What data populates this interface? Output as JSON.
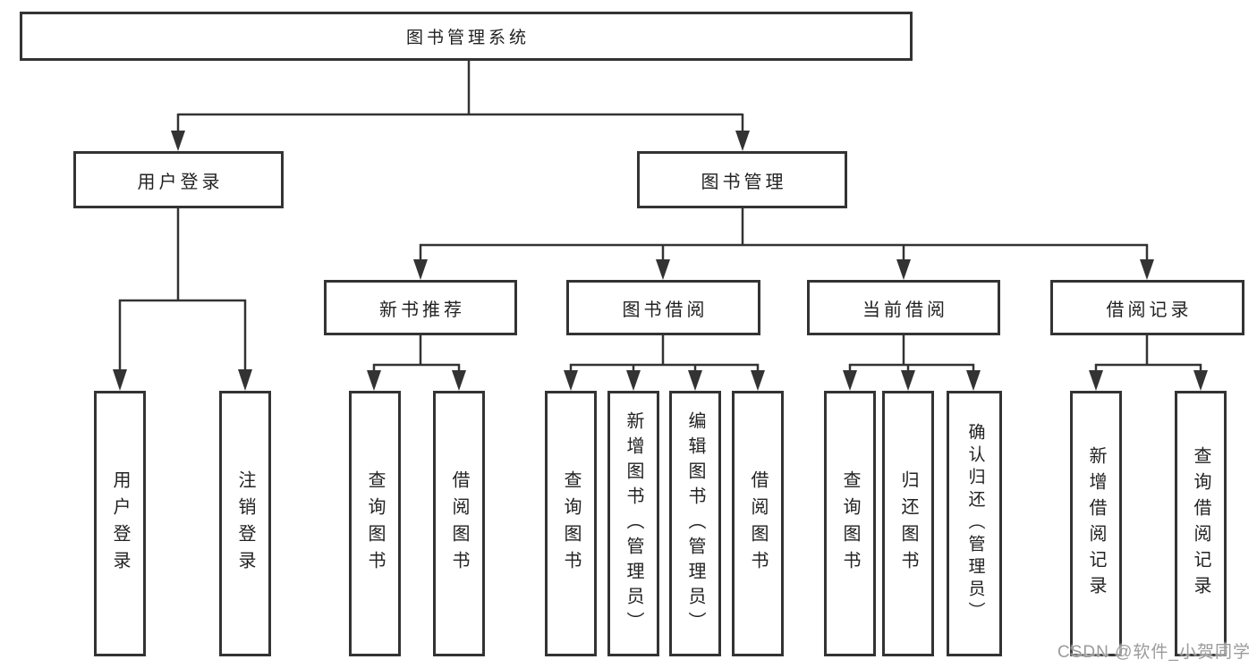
{
  "diagram": {
    "type": "hierarchy",
    "root": {
      "label": "图书管理系统"
    },
    "branches": [
      {
        "label": "用户登录",
        "children": [
          {
            "label": "用户登录"
          },
          {
            "label": "注销登录"
          }
        ]
      },
      {
        "label": "图书管理",
        "children": [
          {
            "label": "新书推荐",
            "children": [
              {
                "label": "查询图书"
              },
              {
                "label": "借阅图书"
              }
            ]
          },
          {
            "label": "图书借阅",
            "children": [
              {
                "label": "查询图书"
              },
              {
                "label": "新增图书（管理员）"
              },
              {
                "label": "编辑图书（管理员）"
              },
              {
                "label": "借阅图书"
              }
            ]
          },
          {
            "label": "当前借阅",
            "children": [
              {
                "label": "查询图书"
              },
              {
                "label": "归还图书"
              },
              {
                "label": "确认归还（管理员）"
              }
            ]
          },
          {
            "label": "借阅记录",
            "children": [
              {
                "label": "新增借阅记录"
              },
              {
                "label": "查询借阅记录"
              }
            ]
          }
        ]
      }
    ],
    "colors": {
      "line": "#333333",
      "box_border": "#333333",
      "box_fill": "#ffffff",
      "text": "#222222",
      "watermark_text": "#9b9b9b",
      "background": "#ffffff"
    }
  },
  "watermark": "CSDN @软件_小贺同学"
}
